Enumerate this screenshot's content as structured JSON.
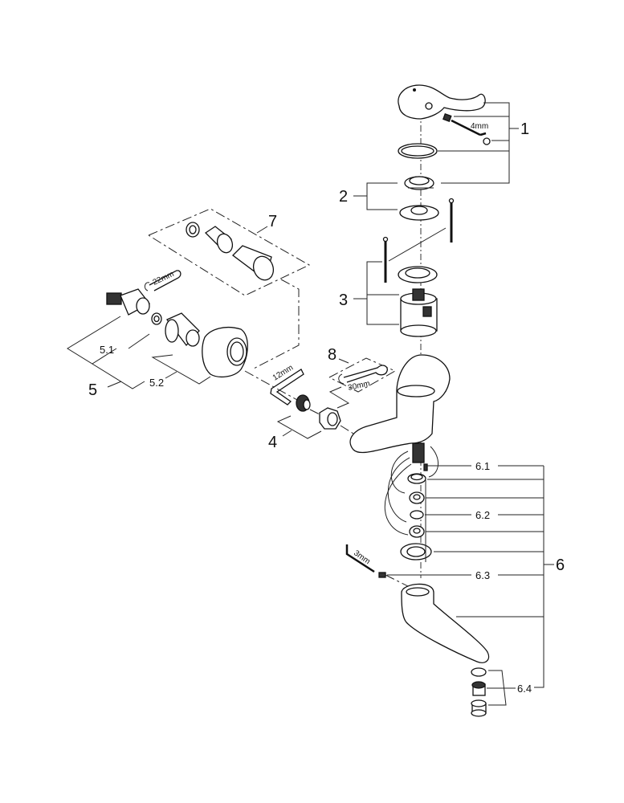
{
  "diagram": {
    "type": "exploded-parts-diagram",
    "subject": "single-lever basin mixer (wall mounted)",
    "callouts": {
      "p1": "1",
      "p2": "2",
      "p3": "3",
      "p4": "4",
      "p5": "5",
      "p5_1": "5.1",
      "p5_2": "5.2",
      "p6": "6",
      "p6_1": "6.1",
      "p6_2": "6.2",
      "p6_3": "6.3",
      "p6_4": "6.4",
      "p7": "7",
      "p8": "8"
    },
    "tools": {
      "hex_4": "4mm",
      "spanner_22": "22mm",
      "hex_12": "12mm",
      "spanner_30": "30mm",
      "hex_3": "3mm"
    }
  }
}
